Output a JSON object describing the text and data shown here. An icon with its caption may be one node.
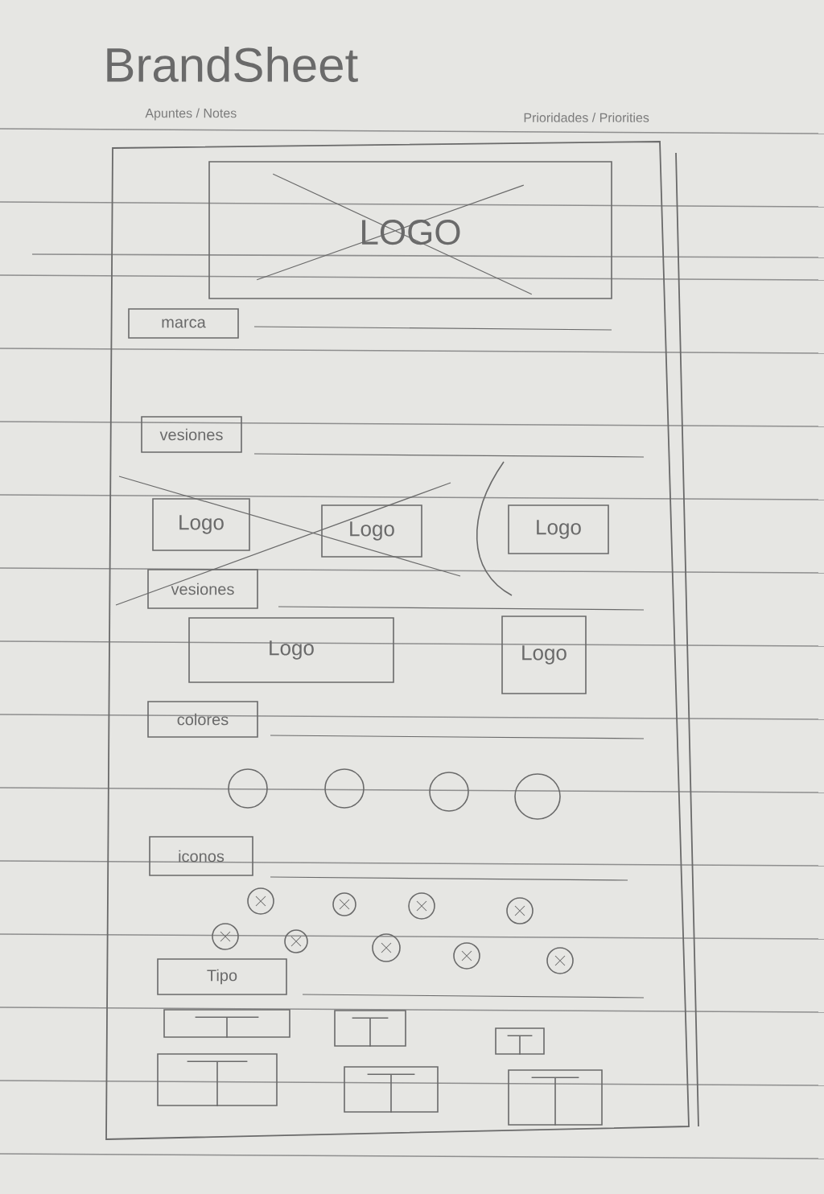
{
  "diagram": {
    "title": "BrandSheet",
    "nodes": [
      {
        "text": [
          "LOGO"
        ]
      },
      {
        "text": [
          "marca"
        ]
      },
      {
        "text": [
          "vesiones"
        ]
      },
      {
        "text": [
          "Logo"
        ]
      },
      {
        "text": [
          "Logo"
        ]
      },
      {
        "text": [
          "Logo"
        ]
      },
      {
        "text": [
          "vesiones"
        ]
      },
      {
        "text": [
          "Logo"
        ]
      },
      {
        "text": [
          "Logo"
        ]
      },
      {
        "text": [
          "colores"
        ]
      },
      {
        "text": [],
        "shape": "circle"
      },
      {
        "text": [],
        "shape": "circle"
      },
      {
        "text": [],
        "shape": "circle"
      },
      {
        "text": [],
        "shape": "circle"
      },
      {
        "text": [
          "iconos"
        ]
      },
      {
        "text": [],
        "shape": "circle"
      },
      {
        "text": [],
        "shape": "circle"
      },
      {
        "text": [],
        "shape": "circle"
      },
      {
        "text": [],
        "shape": "circle"
      },
      {
        "text": [],
        "shape": "circle"
      },
      {
        "text": [],
        "shape": "circle"
      },
      {
        "text": [],
        "shape": "circle"
      },
      {
        "text": [],
        "shape": "circle"
      },
      {
        "text": [],
        "shape": "circle"
      },
      {
        "text": [
          "Tipo"
        ]
      },
      {
        "text": [],
        "shape": "box"
      },
      {
        "text": [],
        "shape": "box"
      },
      {
        "text": [],
        "shape": "box"
      },
      {
        "text": [],
        "shape": "box"
      },
      {
        "text": [],
        "shape": "box"
      },
      {
        "text": [],
        "shape": "box"
      }
    ],
    "edges": [],
    "labels": [
      "Apuntes / Notes",
      "Prioridades / Priorities"
    ]
  }
}
